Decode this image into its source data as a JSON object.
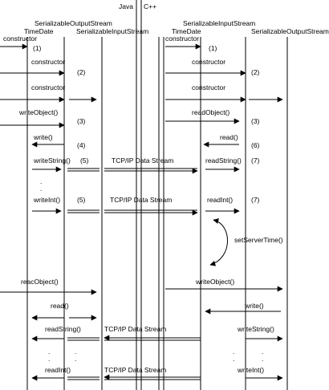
{
  "headers": {
    "java": "Java",
    "cpp": "C++",
    "left_title": "SerializableOutputStream",
    "left_sub": "TimeDate",
    "left_input": "SerializableInputStream",
    "right_title": "SerializableInputStream",
    "right_sub": "TimeDate",
    "right_output": "SerializableOutputStream"
  },
  "steps": {
    "constructor": "constructor",
    "n1": "(1)",
    "n2": "(2)",
    "n3": "(3)",
    "n4": "(4)",
    "n5": "(5)",
    "n6": "(6)",
    "n7": "(7)",
    "writeObject": "writeObject()",
    "readObject": "readObject()",
    "write": "write()",
    "read": "read()",
    "writeString": "writeString()",
    "readString": "readString()",
    "writeInt": "writeInt()",
    "readInt": "readInt()",
    "stream": "TCP/IP Data Stream",
    "setServerTime": "setServerTime()",
    "reacObject": "reacObject()",
    "ellipsis": "."
  }
}
